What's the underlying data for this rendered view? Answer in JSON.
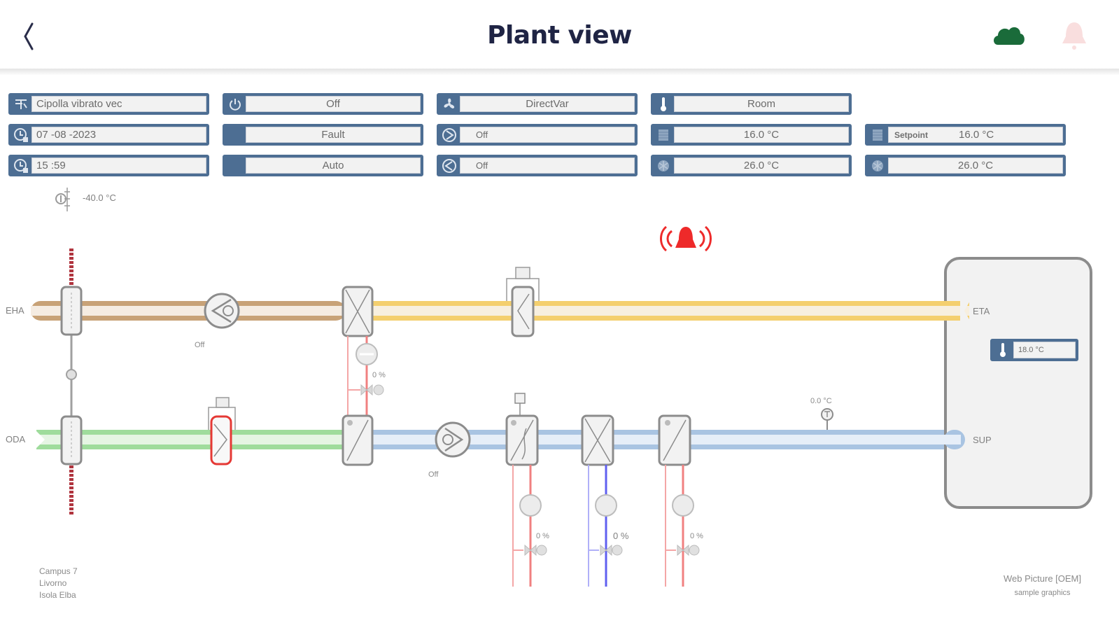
{
  "header": {
    "title": "Plant view",
    "back_icon": "chevron-left-icon",
    "cloud_icon": "cloud-icon",
    "cloud_color": "#1a6b3a",
    "bell_icon": "bell-icon",
    "bell_color": "#f9dede"
  },
  "info_panel": {
    "col1": [
      {
        "icon": "unit-icon",
        "value": "Cipolla vibrato vec"
      },
      {
        "icon": "calendar-clock-icon",
        "value": "07 -08 -2023"
      },
      {
        "icon": "clock-icon",
        "value": "15 :59"
      }
    ],
    "col2": [
      {
        "icon": "power-icon",
        "value": "Off"
      },
      {
        "icon": "status-block-icon",
        "value": "Fault"
      },
      {
        "icon": "status-block-icon",
        "value": "Auto"
      }
    ],
    "col3": [
      {
        "icon": "fan-icon",
        "value": "DirectVar"
      },
      {
        "icon": "supply-fan-icon",
        "value": "Off"
      },
      {
        "icon": "exhaust-fan-icon",
        "value": "Off"
      }
    ],
    "col4": [
      {
        "icon": "thermometer-icon",
        "value": "Room"
      },
      {
        "icon": "heating-icon",
        "value": "16.0 °C"
      },
      {
        "icon": "cooling-icon",
        "value": "26.0 °C"
      }
    ],
    "col5": [
      {
        "icon": "heating-icon",
        "label": "Setpoint",
        "value": "16.0 °C"
      },
      {
        "icon": "cooling-icon",
        "value": "26.0 °C"
      }
    ]
  },
  "outdoor_temp": {
    "icon": "outdoor-sensor-icon",
    "value": "-40.0 °C"
  },
  "alarm": {
    "icon": "alarm-bell-icon",
    "color": "#ee2a2a"
  },
  "diagram": {
    "labels": {
      "eha": "EHA",
      "oda": "ODA",
      "eta": "ETA",
      "sup": "SUP"
    },
    "exhaust_fan_status": "Off",
    "supply_fan_status": "Off",
    "heat_recovery_valve": "0 %",
    "preheater_valve": "0 %",
    "cooler_valve": "0 %",
    "reheater_valve": "0 %",
    "supply_temp": "0.0 °C",
    "room_temp": "18.0 °C",
    "colors": {
      "exhaust_air": "#c8a277",
      "extract_air": "#f4cf6e",
      "outdoor_air": "#9fdc9c",
      "supply_air": "#a9c4e2",
      "hot_water": "#f08080",
      "cold_water": "#6060f0",
      "fault": "#e53935"
    }
  },
  "footer": {
    "location_lines": [
      "Campus 7",
      "Livorno",
      "Isola Elba"
    ],
    "brand": "Web Picture [OEM]",
    "brand_sub": "sample graphics"
  }
}
